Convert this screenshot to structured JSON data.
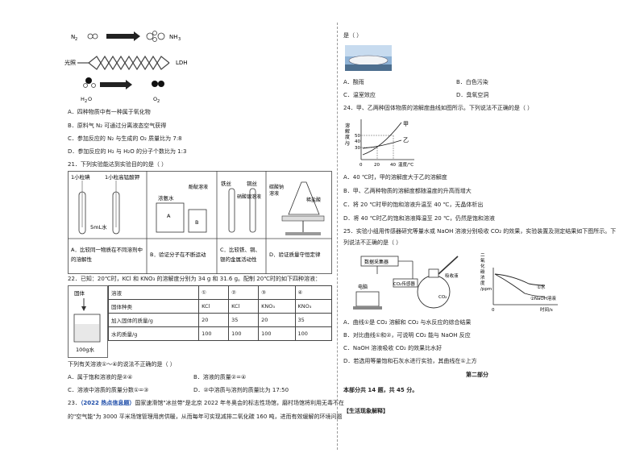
{
  "left": {
    "diagram": {
      "n2": "N",
      "n2_sub": "2",
      "nh3": "NH",
      "nh3_sub": "3",
      "light": "光照",
      "ldh": "LDH",
      "h2o": "H",
      "h2o_tail": "O",
      "o2": "O",
      "o2_sub": "2"
    },
    "q20_options": [
      "A．四种物质中有一种属于氧化物",
      "B．原料气 N₂ 可通过分离液态空气获得",
      "C．参加反应的 N₂ 与生成的 O₂ 质量比为 7:8",
      "D．参加反应的 H₂ 与 H₂O 的分子个数比为 1:3"
    ],
    "q21_stem": "21．下列实验能达到实验目的的是（      ）",
    "q21_labels": {
      "a_top1": "1小粒碘",
      "a_top2": "1小粒高锰酸钾",
      "a_water": "5mL水",
      "b_left": "浓氨水",
      "b_right": "酚酞溶液",
      "b_a": "A",
      "b_b": "B",
      "c_1": "铁丝",
      "c_2": "铜丝",
      "c_liquid": "硝酸银溶液",
      "d_1": "碳酸钠",
      "d_2": "溶液",
      "d_3": "稀盐酸"
    },
    "q21_opts": [
      [
        "A．比较同一物质在不同溶剂中",
        "的溶解性"
      ],
      [
        "B．验证分子在不断运动"
      ],
      [
        "C．比较铁、铜、",
        "银的金属活动性"
      ],
      [
        "D．验证质量守恒定律"
      ]
    ],
    "q22_stem": "22．已知：20℃时，KCl 和 KNO₃ 的溶解度分别为 34 g 和 31.6 g。配制 20℃时的如下四种溶液：",
    "q22_figure": {
      "solid": "固体",
      "water": "100g水"
    },
    "q22_table": {
      "header": [
        "溶液",
        "①",
        "②",
        "③",
        "④"
      ],
      "rows": [
        [
          "固体种类",
          "KCl",
          "KCl",
          "KNO₃",
          "KNO₃"
        ],
        [
          "加入固体的质量/g",
          "20",
          "35",
          "20",
          "35"
        ],
        [
          "水的质量/g",
          "100",
          "100",
          "100",
          "100"
        ]
      ]
    },
    "q22_ask": "下列有关溶液①～④的说法不正确的是（      ）",
    "q22_options": [
      "A．属于饱和溶液的是②④",
      "B．溶液的质量②=④",
      "C．溶液中溶质的质量分数①=③",
      "D．②中溶质与溶剂的质量比为 17:50"
    ],
    "q23_num": "23．",
    "q23_tag": "（2022 热点信息题）",
    "q23_text1": "国家速滑馆\"冰丝带\"是北京 2022 年冬奥会的标志性场馆，磨村场馆将利用无毒不在",
    "q23_text2": "的\"空气能\"为 3000 平米场馆管理用房供暖，从而每年可实现减排二氧化碳 160 吨，进而有效缓解的环境问题"
  },
  "right": {
    "q23_cont": "是（      ）",
    "q23_options": [
      "A．酸雨",
      "B．白色污染",
      "C．温室效应",
      "D．臭氧空洞"
    ],
    "q24_stem": "24．甲、乙两种固体物质的溶解度曲线如图所示。下列说法不正确的是（      ）",
    "q24_chart": {
      "ylabel": [
        "溶",
        "解",
        "度",
        "/g"
      ],
      "y1": "50",
      "y2": "40",
      "y3": "30",
      "x0": "0",
      "x1": "20",
      "x2": "40",
      "xlabel": "温度/℃",
      "s1": "甲",
      "s2": "乙"
    },
    "q24_options": [
      "A．40 ℃时，甲的溶解度大于乙的溶解度",
      "B．甲、乙两种物质的溶解度都随温度的升高而增大",
      "C．将 20 ℃时甲的饱和溶液升温至 40 ℃，无晶体析出",
      "D．将 40 ℃时乙的饱和溶液降温至 20 ℃，仍然是饱和溶液"
    ],
    "q25_stem1": "25．实验小组用传感器研究等量水或 NaOH 溶液分别吸收 CO₂ 的效果，实验装置及测定结果如下图所示。下",
    "q25_stem2": "列说法不正确的是（      ）",
    "q25_figure": {
      "collector": "数据采集器",
      "computer": "电脑",
      "sensor": "CO₂传感器",
      "absorbent": "吸收液",
      "co2": "CO₂"
    },
    "q25_chart": {
      "ylabel": [
        "二",
        "氧",
        "化",
        "碳",
        "浓",
        "度",
        "/ppm"
      ],
      "xlabel": "时间/s",
      "x0": "0",
      "s1": "①水",
      "s2": "②NaOH溶液"
    },
    "q25_options": [
      "A．曲线①是 CO₂ 溶解和 CO₂ 与水反应的综合结果",
      "B．对比曲线①和②，可说明 CO₂ 能与 NaOH 反应",
      "C．NaOH 溶液吸收 CO₂ 的效果比水好",
      "D．若选用等量饱和石灰水进行实验，其曲线在①上方"
    ],
    "part2": "第二部分",
    "part2_info": "本部分共 14 题，共 45 分。",
    "section": "【生活现象解释】"
  }
}
